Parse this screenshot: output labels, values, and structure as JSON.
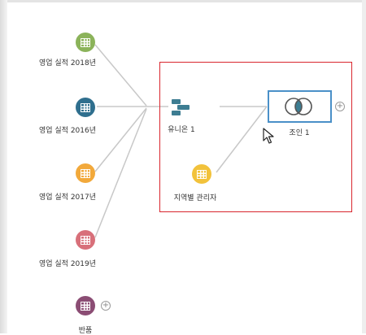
{
  "flow": {
    "inputs": [
      {
        "label": "영업 실적 2018년",
        "color": "#8bb35a"
      },
      {
        "label": "영업 실적 2016년",
        "color": "#2f6f8e"
      },
      {
        "label": "영업 실적 2017년",
        "color": "#f2a93b"
      },
      {
        "label": "영업 실적 2019년",
        "color": "#d8707a"
      },
      {
        "label": "반품",
        "color": "#8b4d74"
      }
    ],
    "union": {
      "label": "유니온 1",
      "color": "#3d7d92"
    },
    "region_manager": {
      "label": "지역별 관리자",
      "color": "#f2c23b"
    },
    "join": {
      "label": "조인 1"
    },
    "plus_symbol": "+"
  },
  "colors": {
    "connector": "#c8c8c8",
    "selection": "#d9262e",
    "join_border": "#4a90c8",
    "join_overlap": "#3d7d92"
  }
}
